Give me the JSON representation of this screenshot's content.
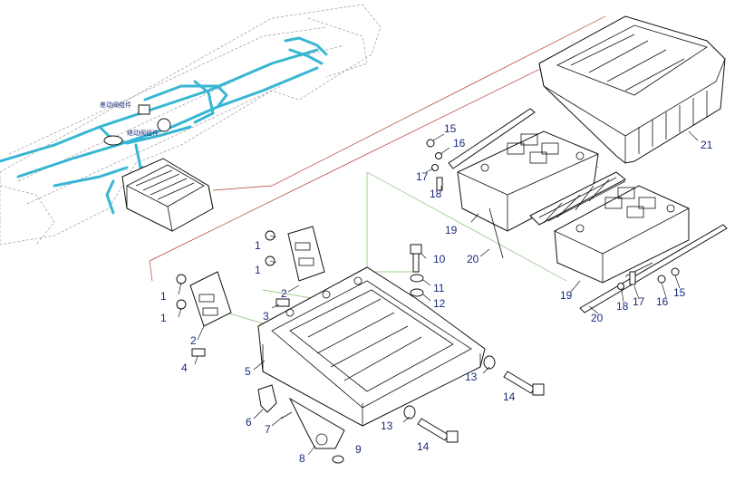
{
  "inset": {
    "label_top": "差动阀组件",
    "label_bottom": "继动阀组件"
  },
  "callouts": {
    "c1a": "1",
    "c1b": "1",
    "c1c": "1",
    "c1d": "1",
    "c2a": "2",
    "c2b": "2",
    "c3": "3",
    "c4": "4",
    "c5": "5",
    "c6": "6",
    "c7": "7",
    "c8": "8",
    "c9": "9",
    "c10": "10",
    "c11": "11",
    "c12": "12",
    "c13a": "13",
    "c13b": "13",
    "c14a": "14",
    "c14b": "14",
    "c15a": "15",
    "c15b": "15",
    "c16a": "16",
    "c16b": "16",
    "c17a": "17",
    "c17b": "17",
    "c18a": "18",
    "c18b": "18",
    "c19a": "19",
    "c19b": "19",
    "c20a": "20",
    "c20b": "20",
    "c21": "21"
  },
  "colors": {
    "harness": "#37b6d3",
    "callout_text": "#1a2a7a",
    "guide_green": "#7cc06a",
    "guide_red": "#b04030"
  }
}
